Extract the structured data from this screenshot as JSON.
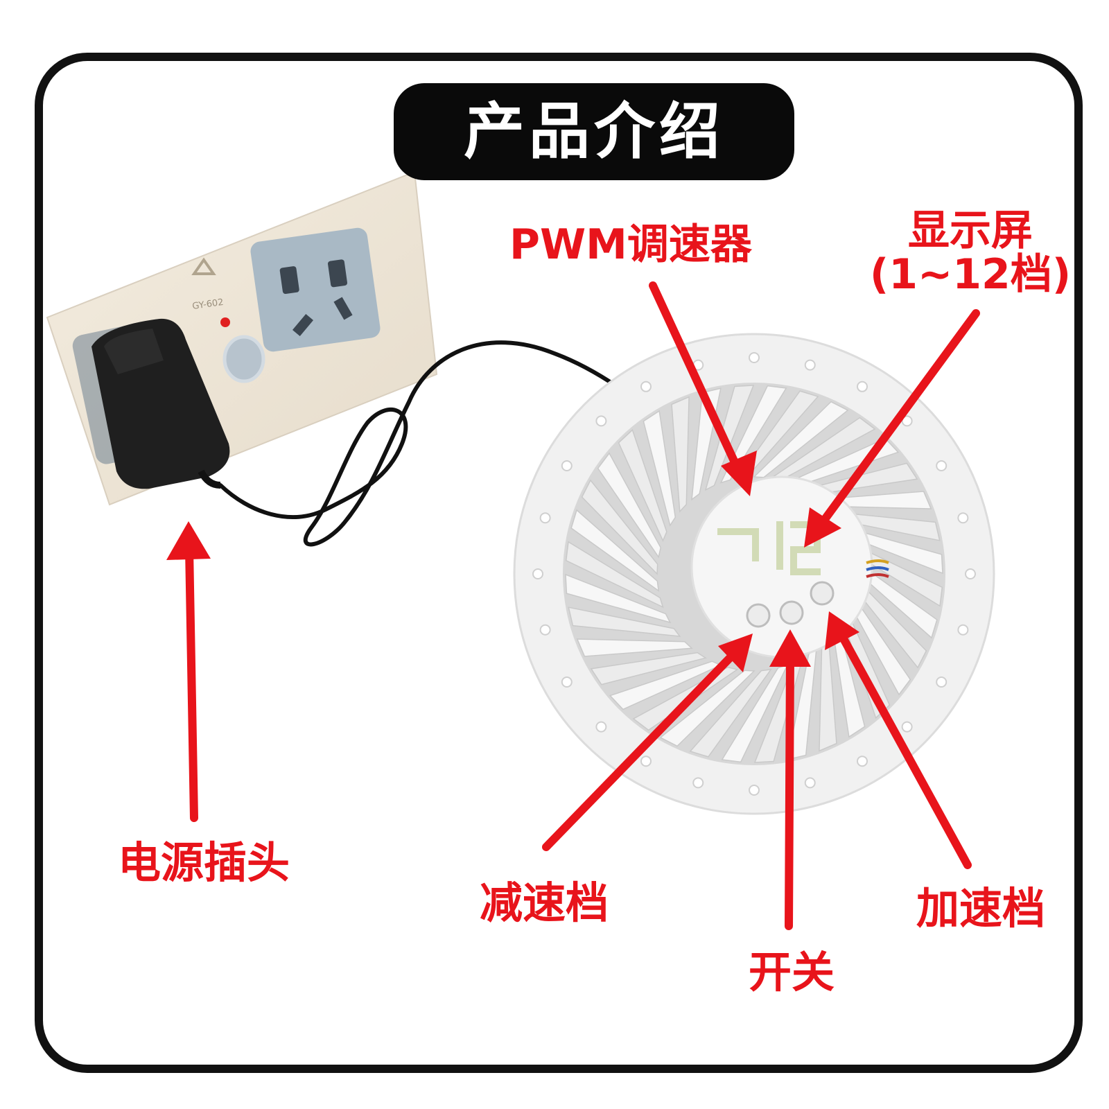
{
  "title": "产品介绍",
  "callouts": {
    "pwm_speed_controller": "PWM调速器",
    "display_screen": "显示屏",
    "display_gears": "(1~12档)",
    "power_plug": "电源插头",
    "speed_down": "减速档",
    "power_switch": "开关",
    "speed_up": "加速档"
  },
  "colors": {
    "frame": "#111111",
    "title_background": "#0a0a0a",
    "callout_red": "#e8141b"
  }
}
